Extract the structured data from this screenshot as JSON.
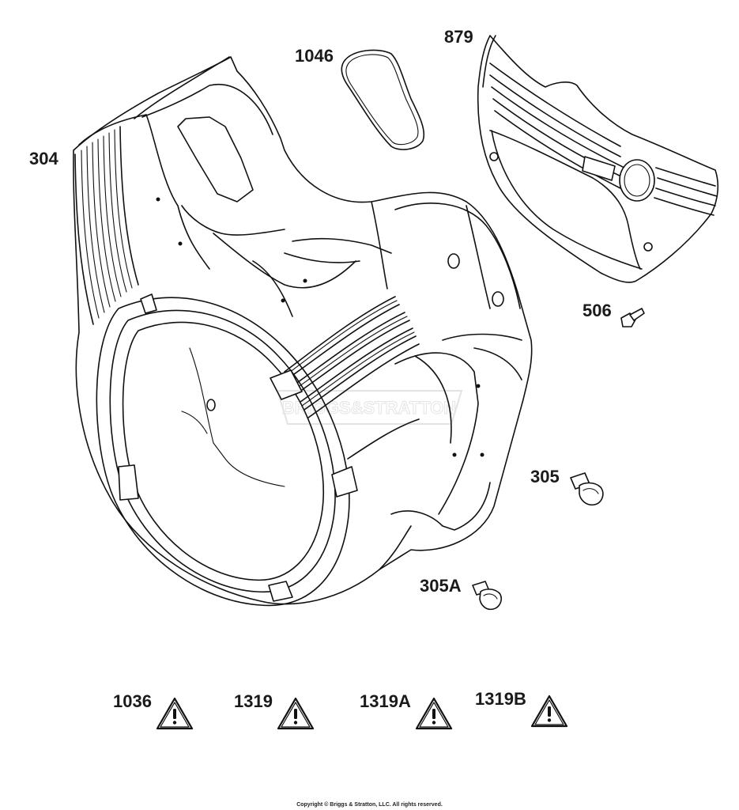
{
  "parts": {
    "p304": "304",
    "p1046": "1046",
    "p879": "879",
    "p506": "506",
    "p305": "305",
    "p305a": "305A"
  },
  "warnings": [
    {
      "label": "1036",
      "icon": "warning-triangle-icon"
    },
    {
      "label": "1319",
      "icon": "warning-triangle-icon"
    },
    {
      "label": "1319A",
      "icon": "warning-triangle-icon"
    },
    {
      "label": "1319B",
      "icon": "warning-triangle-icon"
    }
  ],
  "watermark_text": "BRIGGS&STRATTON",
  "copyright": "Copyright © Briggs & Stratton, LLC. All rights reserved."
}
